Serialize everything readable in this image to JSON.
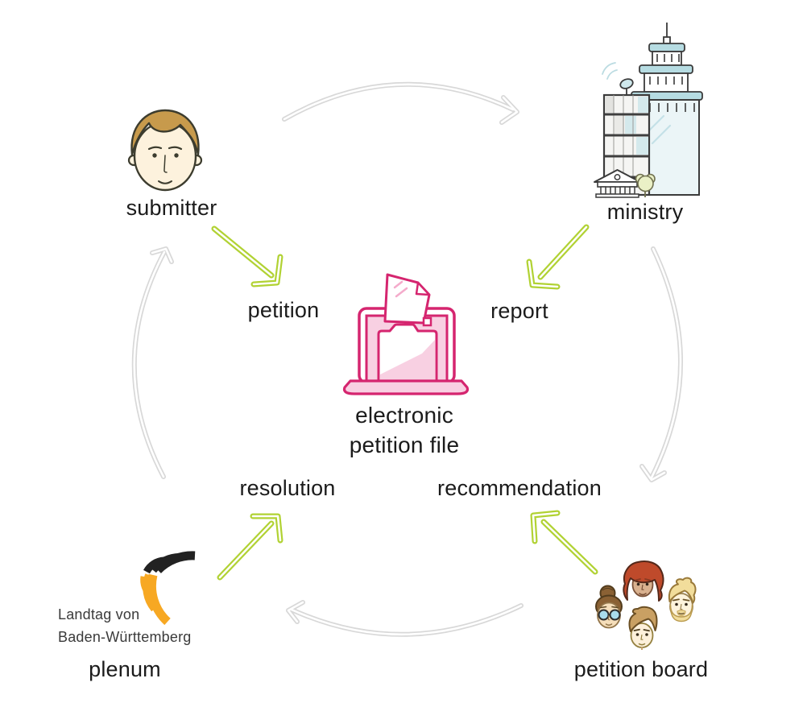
{
  "diagram": {
    "background": "#ffffff",
    "center": {
      "icon": "laptop-with-petition-file-icon",
      "label_line1": "electronic",
      "label_line2": "petition file"
    },
    "nodes": [
      {
        "id": "submitter",
        "label": "submitter",
        "icon": "man-face-icon",
        "position": "top-left"
      },
      {
        "id": "ministry",
        "label": "ministry",
        "icon": "government-buildings-icon",
        "position": "top-right"
      },
      {
        "id": "petition-board",
        "label": "petition board",
        "icon": "four-faces-icon",
        "position": "bottom-right"
      },
      {
        "id": "plenum",
        "label": "plenum",
        "icon": "landtag-baden-wuerttemberg-logo",
        "position": "bottom-left",
        "logo_text": {
          "line1": "Landtag von",
          "line2": "Baden-Württemberg"
        }
      }
    ],
    "flows_to_center": [
      {
        "from": "submitter",
        "label": "petition"
      },
      {
        "from": "ministry",
        "label": "report"
      },
      {
        "from": "plenum",
        "label": "resolution"
      },
      {
        "from": "petition-board",
        "label": "recommendation"
      }
    ],
    "cycle_arrows": [
      {
        "from": "submitter",
        "to": "ministry"
      },
      {
        "from": "ministry",
        "to": "petition board"
      },
      {
        "from": "petition board",
        "to": "plenum"
      },
      {
        "from": "plenum",
        "to": "submitter"
      }
    ],
    "colors": {
      "flow_arrow_green": "#b1d233",
      "cycle_arrow_gray": "#d8d8d8",
      "file_magenta": "#d5256f",
      "file_pink": "#f8d0e2",
      "logo_orange": "#f7a823",
      "logo_black": "#222222",
      "building_teal": "#b6dce2",
      "building_light_blue": "#ebf5f7",
      "text": "#1b1b1b"
    }
  }
}
